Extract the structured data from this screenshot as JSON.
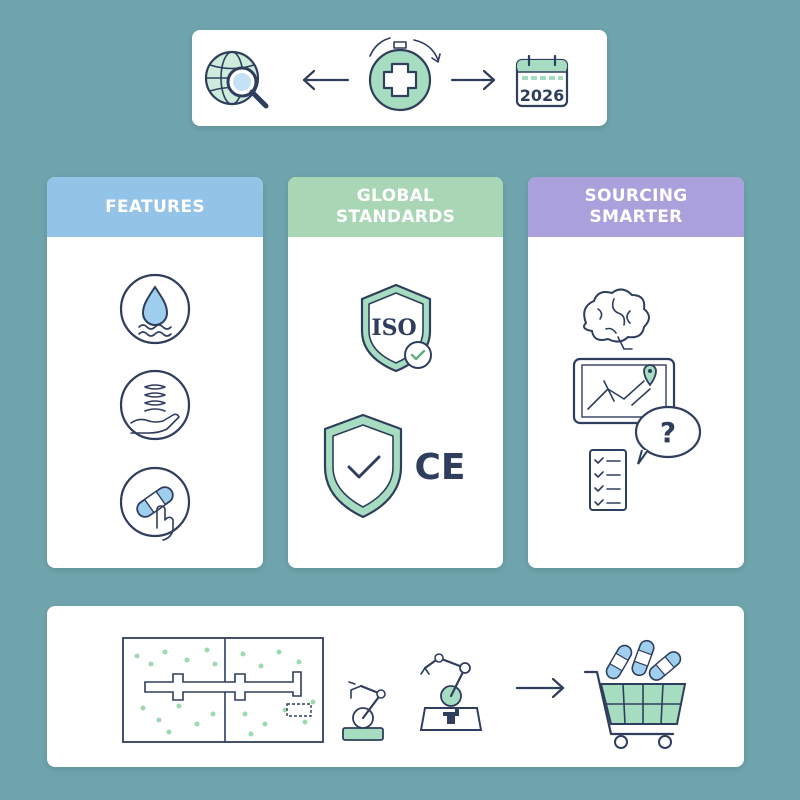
{
  "top_flow": {
    "year_label": "2026",
    "icons": [
      "globe-search-icon",
      "arrow-left-icon",
      "medical-timer-icon",
      "arrow-right-icon",
      "calendar-icon"
    ]
  },
  "columns": [
    {
      "header": "FEATURES",
      "accent": "#93c3e6",
      "icons": [
        "water-drop-icon",
        "spring-hand-icon",
        "bandage-hand-icon"
      ]
    },
    {
      "header": "GLOBAL\nSTANDARDS",
      "accent": "#a9d6b5",
      "icons": [
        "iso-shield-icon",
        "check-shield-icon",
        "ce-mark-icon"
      ],
      "iso_label": "ISO",
      "ce_label": "CE"
    },
    {
      "header": "SOURCING\nSMARTER",
      "accent": "#a9a0dc",
      "icons": [
        "brain-icon",
        "tablet-map-icon",
        "question-bubble-icon",
        "checklist-icon"
      ],
      "question_mark": "?"
    }
  ],
  "bottom_flow": {
    "icons": [
      "factory-floor-plan-icon",
      "robot-arm-icon",
      "medical-robot-arm-icon",
      "arrow-right-icon",
      "shopping-cart-bandages-icon"
    ]
  }
}
